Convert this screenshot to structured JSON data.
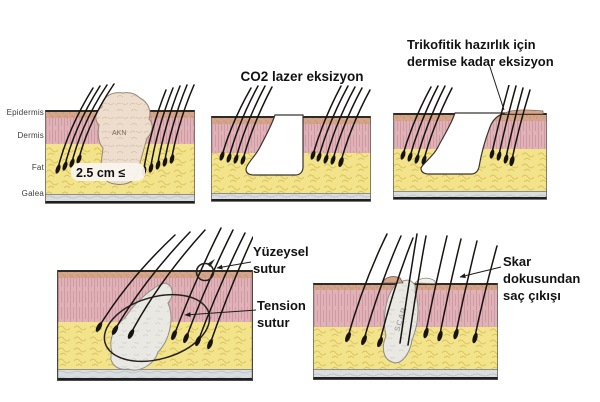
{
  "figure": {
    "layer_labels": [
      "Epidermis",
      "Dermis",
      "Fat",
      "Galea"
    ],
    "panel1": {
      "lesion_label": "AKN",
      "measurement": "2.5 cm ≤"
    },
    "panel2": {
      "title": "CO2 lazer eksizyon"
    },
    "panel3": {
      "annotation_lines": [
        "Trikofitik hazırlık için",
        "dermise kadar eksizyon"
      ]
    },
    "panel4": {
      "superficial_suture_lines": [
        "Yüzeysel",
        "sutur"
      ],
      "tension_suture_lines": [
        "Tension",
        "sutur"
      ]
    },
    "panel5": {
      "scar_label": "SCAR",
      "annotation_lines": [
        "Skar",
        "dokusundan",
        "saç çıkışı"
      ]
    },
    "colors": {
      "epidermis": "#d5a489",
      "dermis": "#e0b1b7",
      "fat": "#f3e48c",
      "galea": "#dadde0",
      "lesion": "#eedccd",
      "scar": "#e9e8e3",
      "hair": "#171410"
    }
  }
}
